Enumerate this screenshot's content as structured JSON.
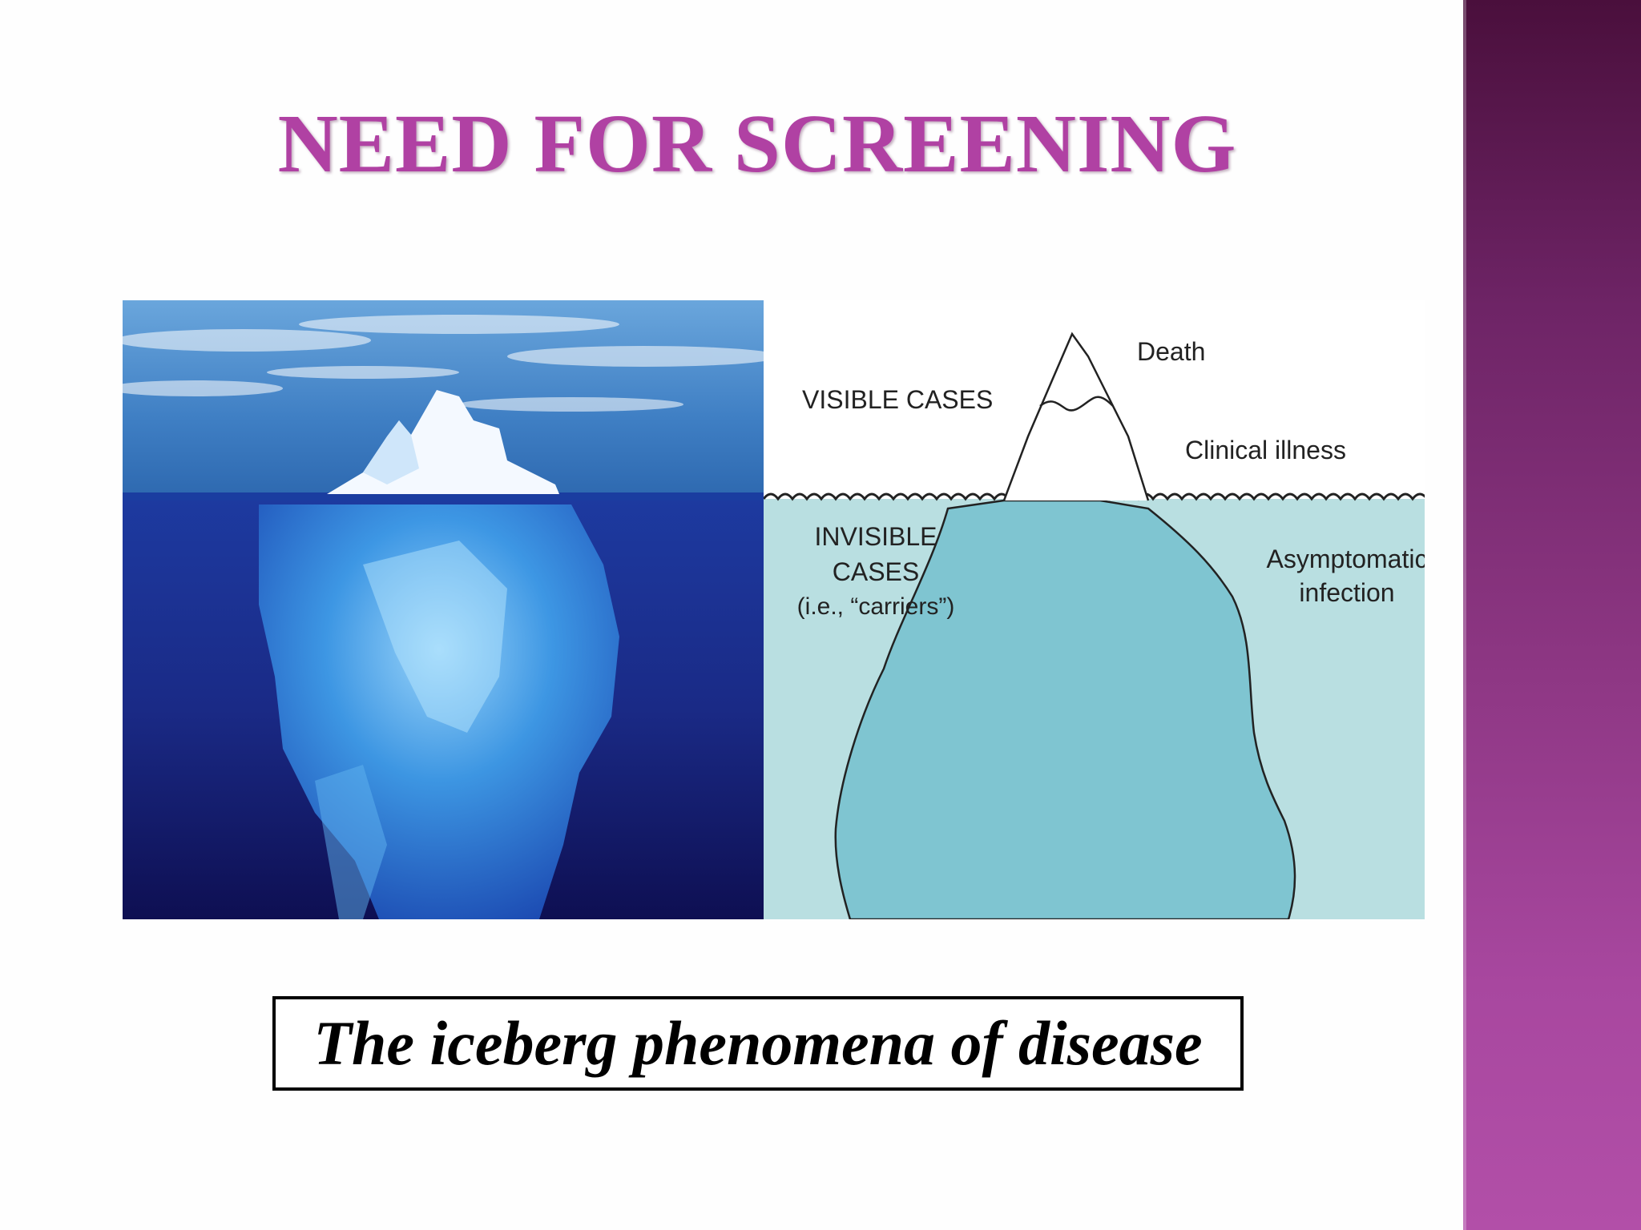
{
  "slide": {
    "title": "NEED FOR SCREENING",
    "caption": "The iceberg phenomena of disease"
  },
  "diagram": {
    "visible_label": "VISIBLE CASES",
    "invisible_label_lines": [
      "INVISIBLE",
      "CASES",
      "(i.e., “carriers”)"
    ],
    "death_label": "Death",
    "clinical_label": "Clinical illness",
    "asymptomatic_label_lines": [
      "Asymptomatic",
      "infection"
    ]
  },
  "colors": {
    "title": "#b041a3",
    "side_band_top": "#4a0f3c",
    "side_band_bottom": "#b24fa8",
    "water": "#b9dfe1",
    "iceberg_underwater": "#7fc5d1",
    "photo_sky": "#3f7fc4",
    "photo_sea": "#1f2c8c"
  }
}
